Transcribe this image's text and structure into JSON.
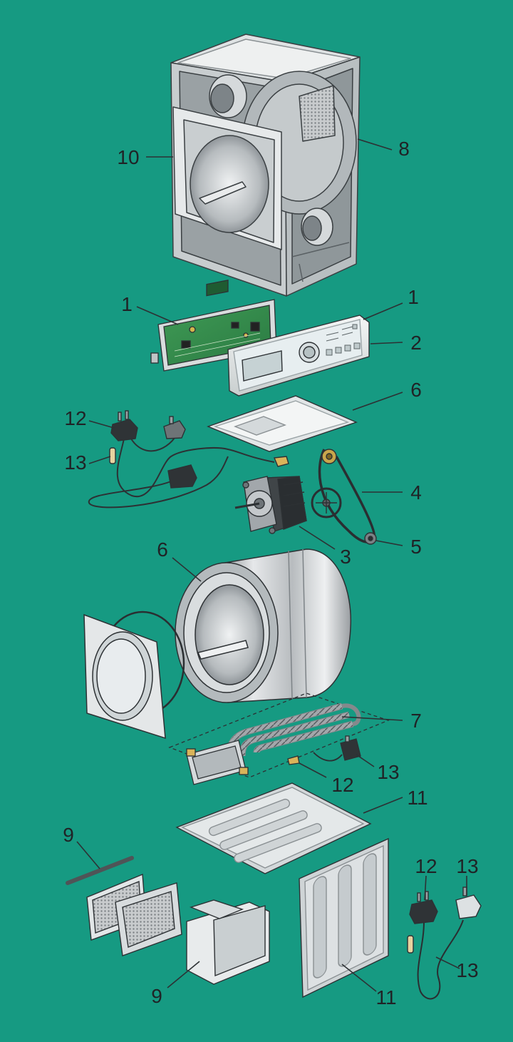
{
  "diagram": {
    "labels": {
      "housing": "10",
      "cabinet": "8",
      "control_board": "1",
      "control_panel_ref": "1",
      "control_panel": "2",
      "top_cover": "6",
      "power_plug_top": "12",
      "fuse_top": "13",
      "belt": "4",
      "idler_pulley": "5",
      "motor": "3",
      "drum": "6",
      "heater_assembly": "7",
      "thermostat_heater": "13",
      "sensor_heater": "12",
      "base_panel": "11",
      "lint_filter_rod": "9",
      "filter_housing": "9",
      "side_panel": "11",
      "power_plug_bottom": "12",
      "connector_bottom": "13",
      "fuse_bottom": "13"
    }
  }
}
